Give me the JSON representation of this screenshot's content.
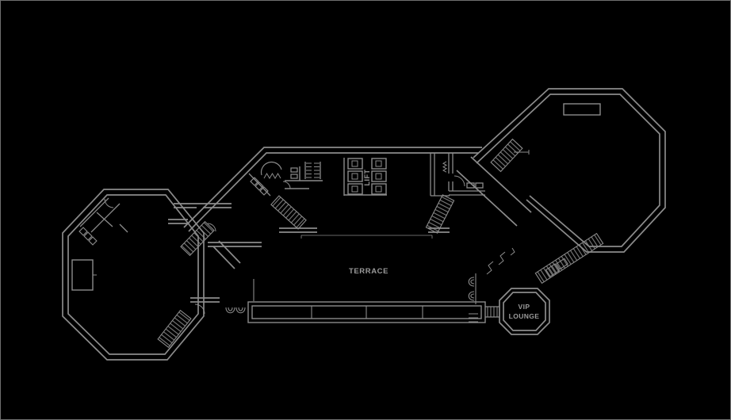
{
  "meta": {
    "background": "#000000",
    "wall_color": "#8b8b8b",
    "text_color": "#9a9a9a",
    "border_color": "#6f6f6f"
  },
  "labels": {
    "terrace": "TERRACE",
    "lift": "LIFT",
    "vip_line1": "VIP",
    "vip_line2": "LOUNGE"
  }
}
